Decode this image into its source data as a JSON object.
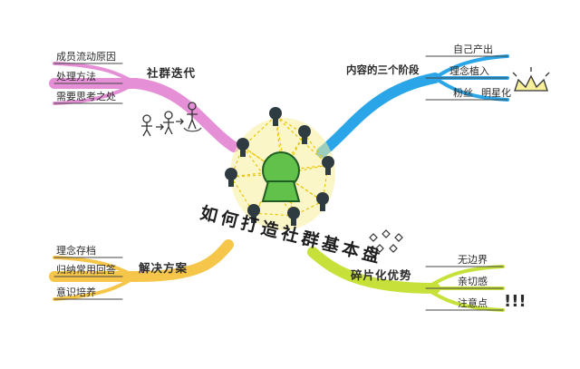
{
  "title": "如何打造社群基本盘",
  "branches": {
    "community_iteration": {
      "label": "社群迭代",
      "color": "#e58fd6",
      "items": [
        "成员流动原因",
        "处理方法",
        "需要思考之处"
      ]
    },
    "content_stages": {
      "label": "内容的三个阶段",
      "color": "#2aa6e8",
      "items": [
        "自己产出",
        "理念植入",
        "粉丝",
        "明星化"
      ]
    },
    "solutions": {
      "label": "解决方案",
      "color": "#f5c64a",
      "items": [
        "理念存档",
        "归纳常用回答",
        "意识培养"
      ]
    },
    "fragmentation": {
      "label": "碎片化优势",
      "color": "#c7e13a",
      "items": [
        "无边界",
        "亲切感",
        "注意点"
      ]
    }
  },
  "exclaim": "!!!",
  "icons": [
    "central-key-node-icon",
    "member-node-icon",
    "people-sketch-icon",
    "crown-icon",
    "fragment-diamonds-icon"
  ]
}
